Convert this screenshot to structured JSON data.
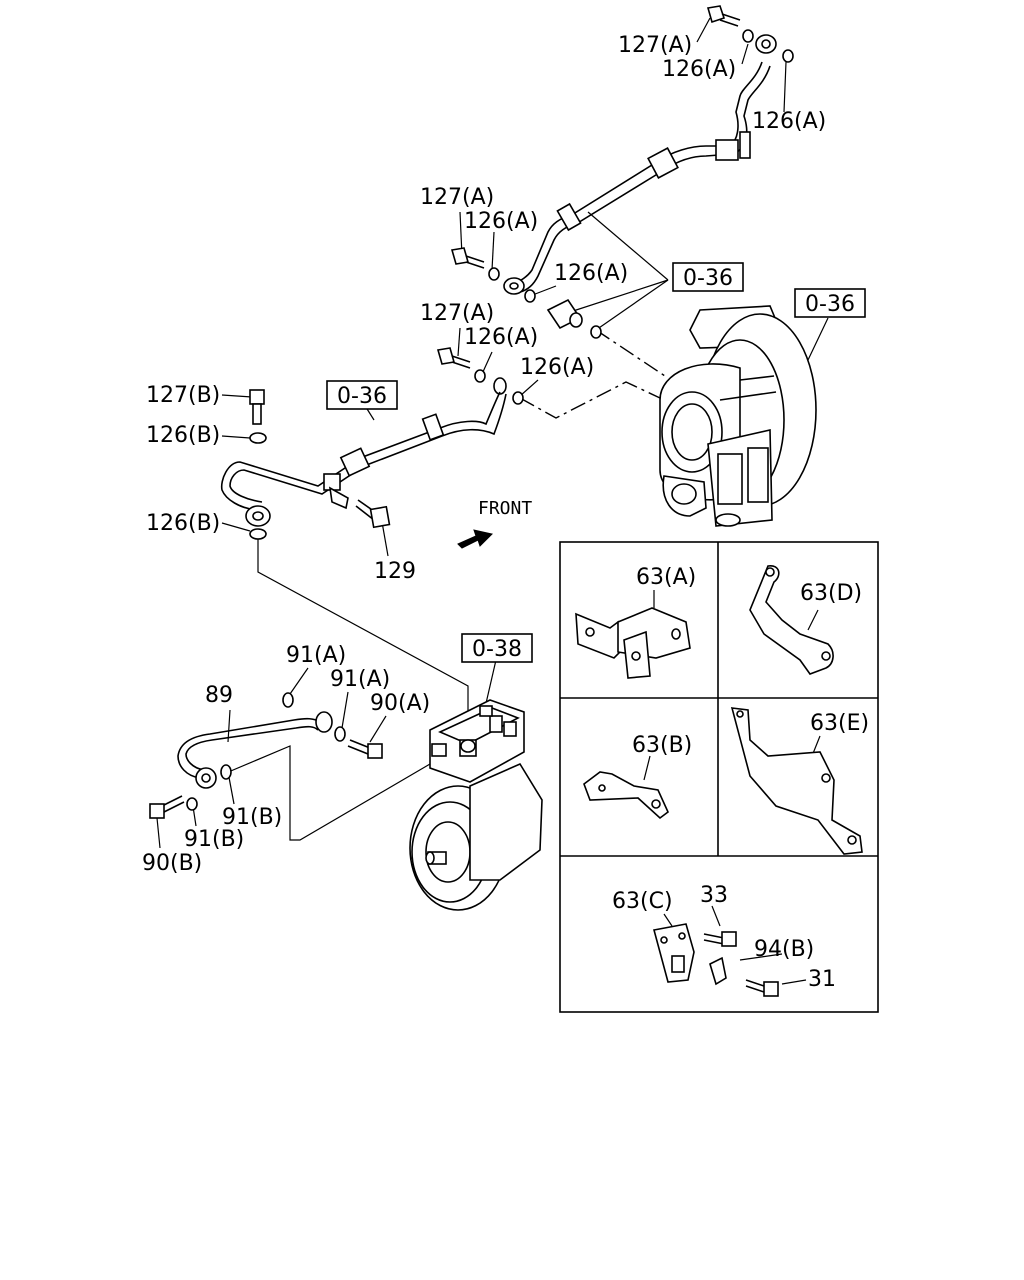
{
  "labels": {
    "l127a_1": "127(A)",
    "l126a_1": "126(A)",
    "l126a_2": "126(A)",
    "l127a_2": "127(A)",
    "l126a_3": "126(A)",
    "l126a_4": "126(A)",
    "l127a_3": "127(A)",
    "l126a_5": "126(A)",
    "l126a_6": "126(A)",
    "l127b": "127(B)",
    "l126b_1": "126(B)",
    "l126b_2": "126(B)",
    "l129": "129",
    "l89": "89",
    "l91a_1": "91(A)",
    "l91a_2": "91(A)",
    "l90a": "90(A)",
    "l91b_1": "91(B)",
    "l91b_2": "91(B)",
    "l90b": "90(B)",
    "front": "FRONT",
    "l63a": "63(A)",
    "l63d": "63(D)",
    "l63b": "63(B)",
    "l63e": "63(E)",
    "l63c": "63(C)",
    "l33": "33",
    "l94b": "94(B)",
    "l31": "31"
  },
  "refs": {
    "ref_036_top": "0-36",
    "ref_036_turbo": "0-36",
    "ref_036_left": "0-36",
    "ref_038": "0-38"
  }
}
